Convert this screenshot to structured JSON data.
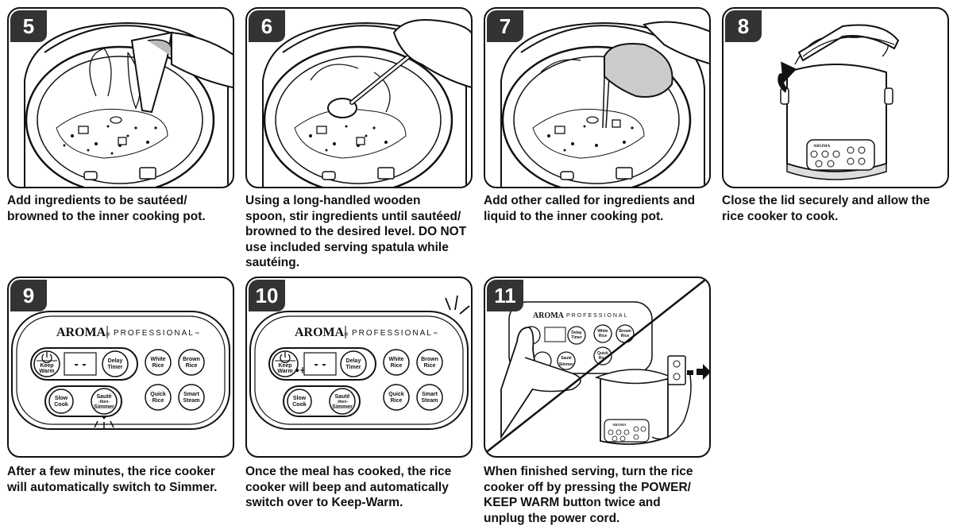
{
  "steps": [
    {
      "number": "5",
      "caption": "Add ingredients to be sautéed/\nbrowned to the inner cooking pot."
    },
    {
      "number": "6",
      "caption": "Using a long-handled wooden\nspoon, stir ingredients until sautéed/\nbrowned to the desired level. DO NOT\nuse included serving spatula while\nsautéing."
    },
    {
      "number": "7",
      "caption": "Add other called for ingredients and\nliquid to the inner cooking pot."
    },
    {
      "number": "8",
      "caption": "Close the lid securely and allow the\nrice cooker to cook."
    },
    {
      "number": "9",
      "caption": "After a few minutes, the rice cooker\nwill automatically switch to Simmer."
    },
    {
      "number": "10",
      "caption": "Once the meal has cooked, the rice\ncooker will beep and automatically\nswitch over to Keep-Warm."
    },
    {
      "number": "11",
      "caption": "When finished serving, turn the rice\ncooker off by pressing the POWER/\nKEEP WARM button twice and\nunplug the power cord."
    }
  ],
  "panel": {
    "brand": "AROMA",
    "brand_tm": "®",
    "line": "PROFESSIONAL",
    "line_tm": "™",
    "display": "- -",
    "buttons": {
      "keep_warm_1": "Keep",
      "keep_warm_2": "Warm",
      "delay_1": "Delay",
      "delay_2": "Timer",
      "white_1": "White",
      "white_2": "Rice",
      "brown_1": "Brown",
      "brown_2": "Rice",
      "slow_1": "Slow",
      "slow_2": "Cook",
      "saute_1": "Sauté",
      "saute_2": "-then-",
      "saute_3": "Simmer",
      "quick_1": "Quick",
      "quick_2": "Rice",
      "steam_1": "Smart",
      "steam_2": "Steam"
    }
  }
}
